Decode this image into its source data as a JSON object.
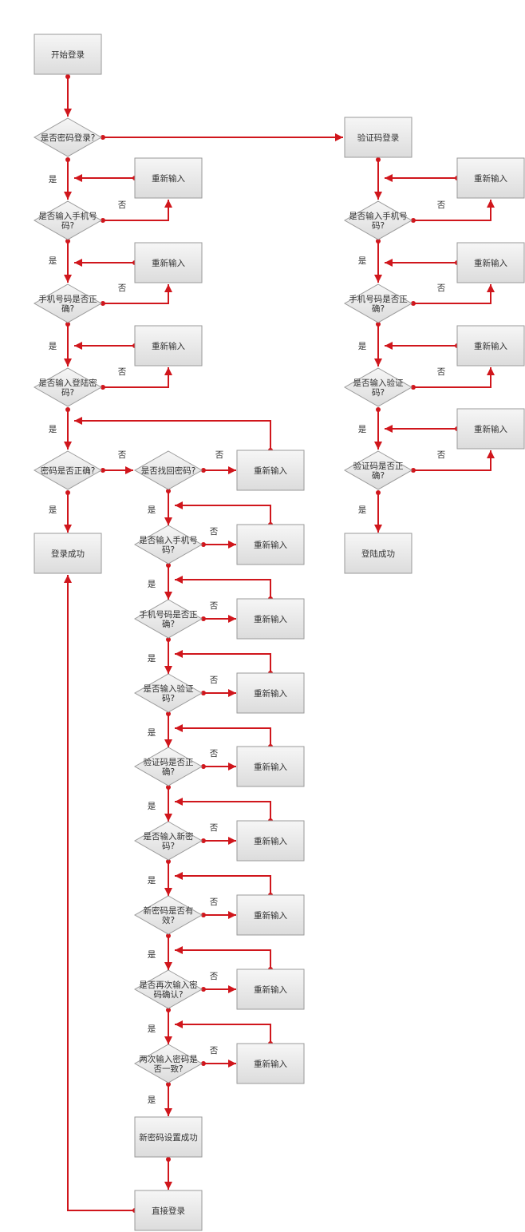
{
  "nodes": {
    "start": "开始登录",
    "q_pwd_login": "是否密码登录?",
    "retry": "重新输入",
    "q_phone_entered": [
      "是否输入手机号",
      "码?"
    ],
    "q_phone_valid": [
      "手机号码是否正",
      "确?"
    ],
    "q_pwd_entered": [
      "是否输入登陆密",
      "码?"
    ],
    "q_pwd_correct": "密码是否正确?",
    "login_success": "登录成功",
    "q_forgot": "是否找回密码?",
    "q_code_entered": [
      "是否输入验证",
      "码?"
    ],
    "q_code_valid": [
      "验证码是否正",
      "确?"
    ],
    "q_newpwd_entered": [
      "是否输入新密",
      "码?"
    ],
    "q_newpwd_valid": [
      "新密码是否有",
      "效?"
    ],
    "q_confirm_entered": [
      "是否再次输入密",
      "码确认?"
    ],
    "q_match": [
      "两次输入密码是",
      "否一致?"
    ],
    "newpwd_success": "新密码设置成功",
    "direct_login": "直接登录",
    "code_login": "验证码登录",
    "code_login_success": "登陆成功"
  },
  "labels": {
    "yes": "是",
    "no": "否"
  },
  "colors": {
    "edge": "#d0161c",
    "node_fill_top": "#f6f6f6",
    "node_fill_bottom": "#dcdcdc",
    "node_border": "#9a9a9a",
    "text": "#333333"
  }
}
